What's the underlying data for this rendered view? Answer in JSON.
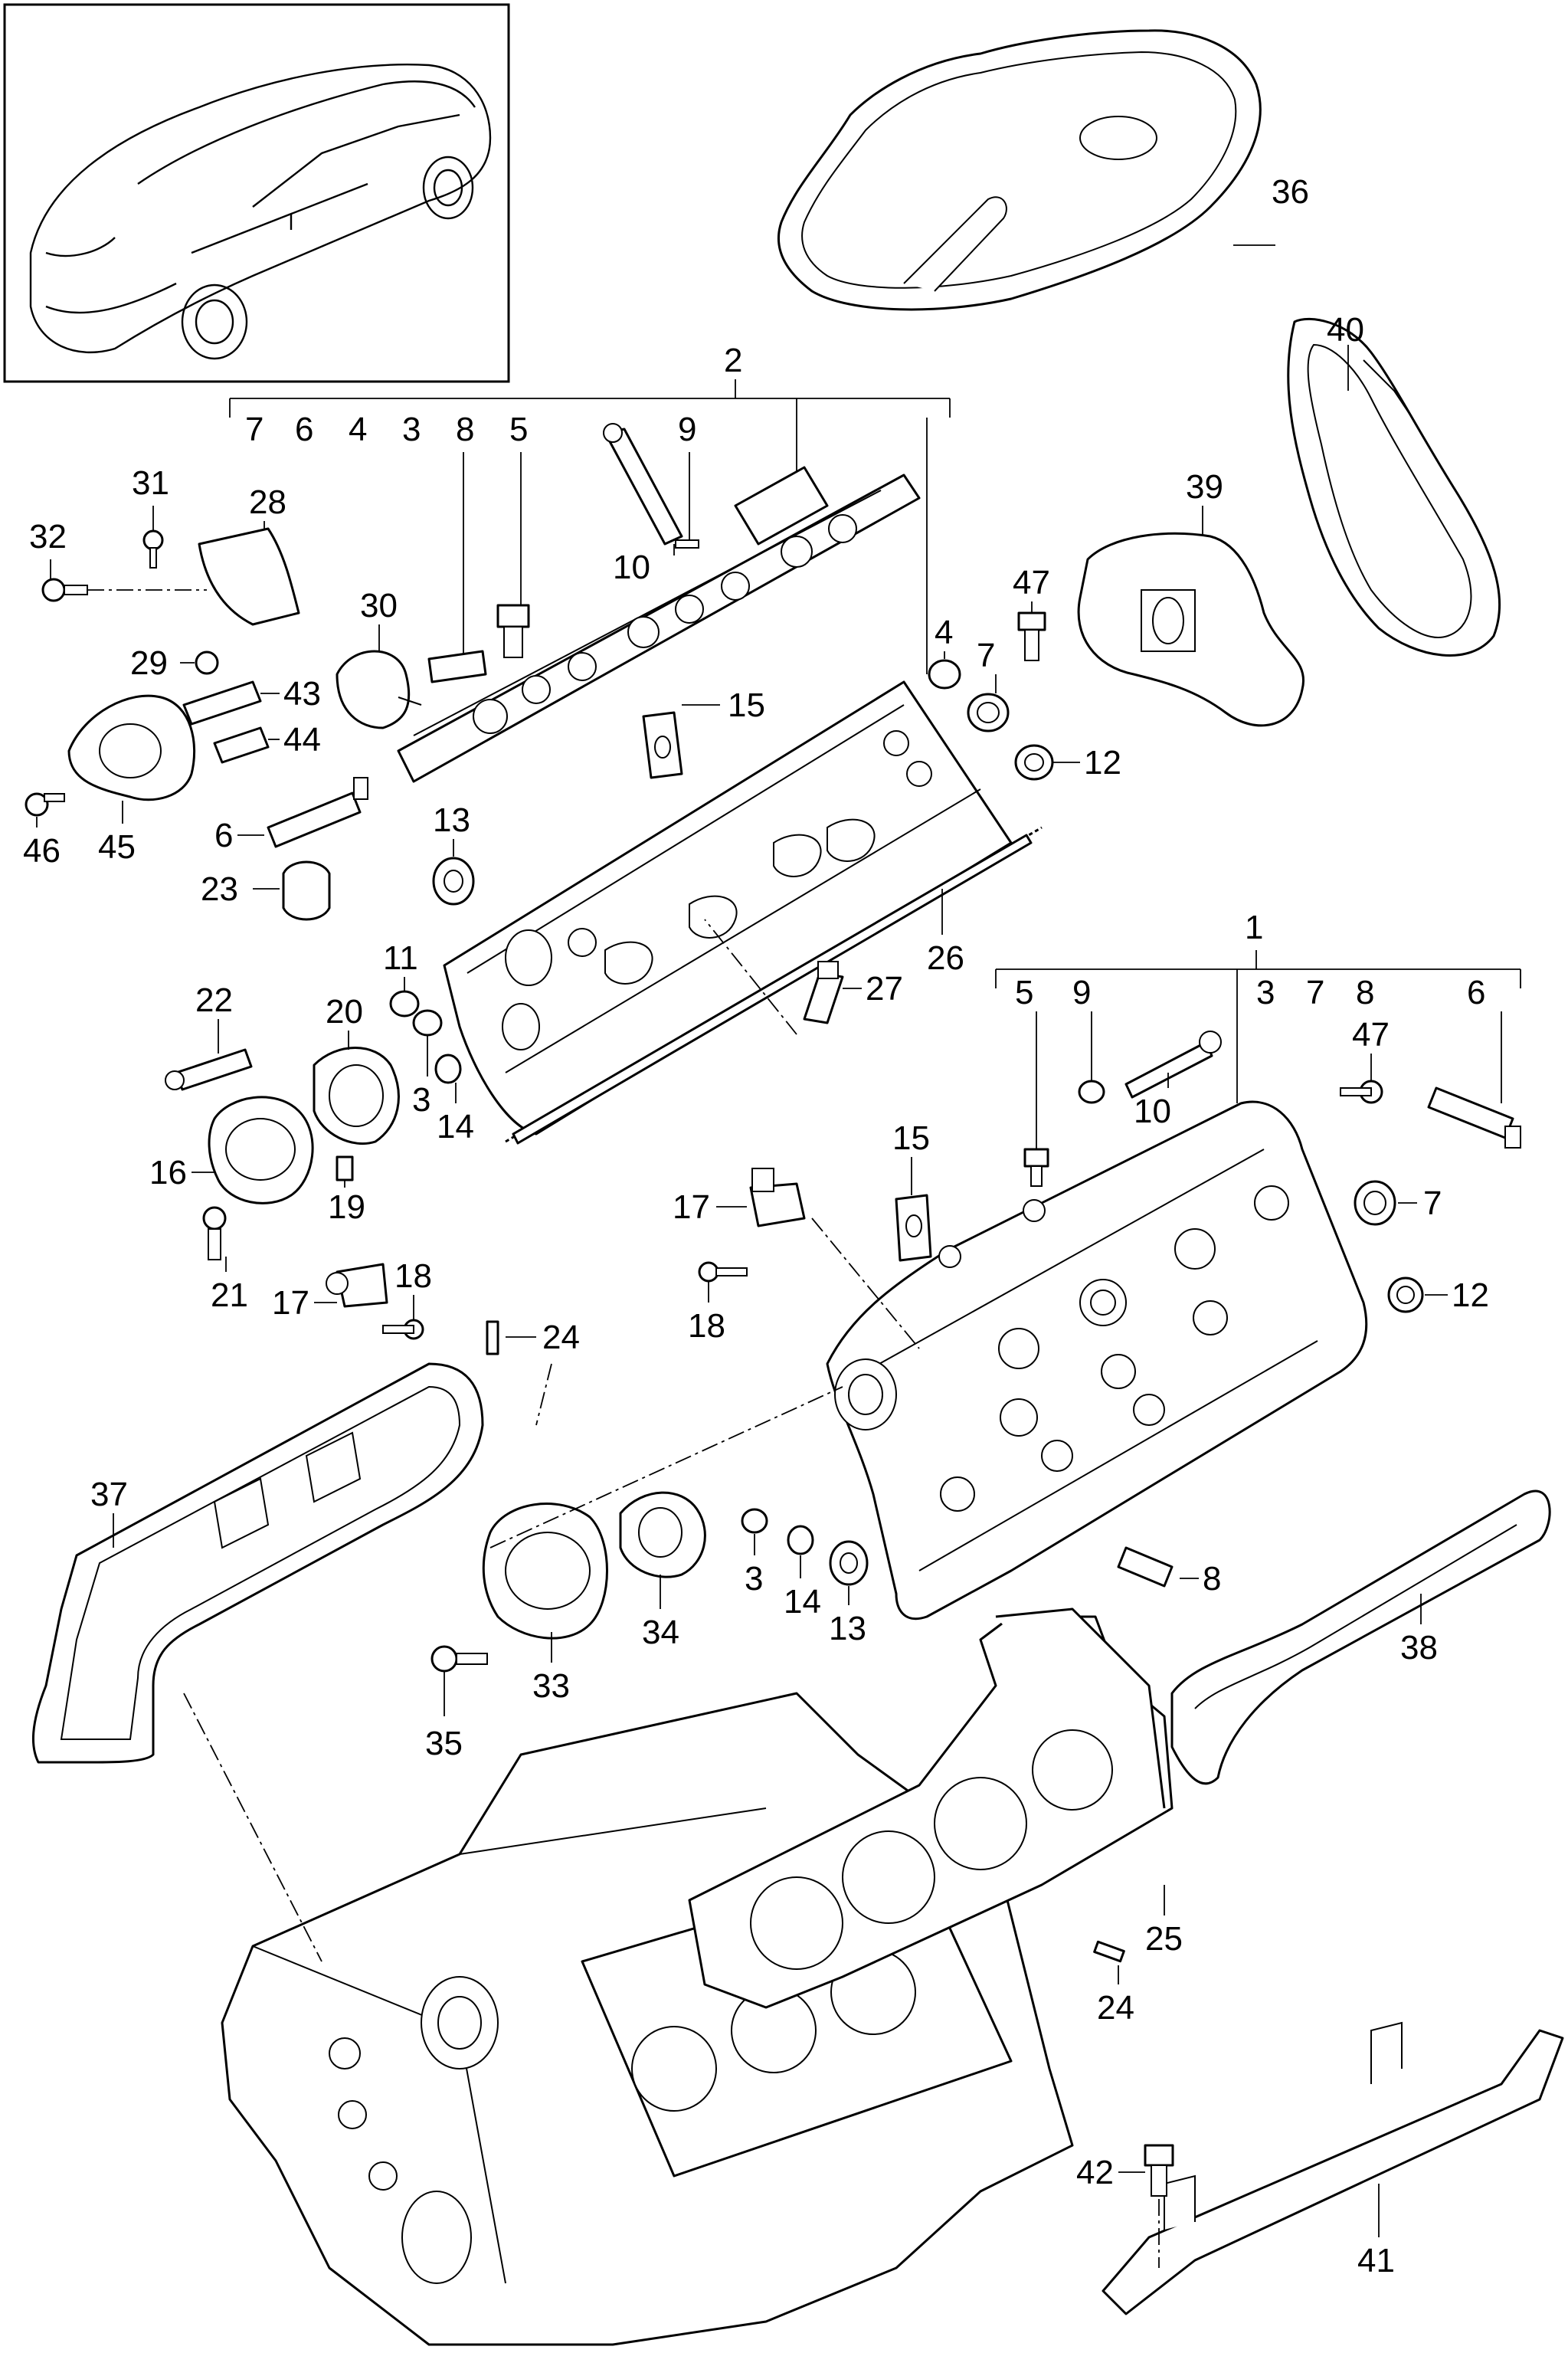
{
  "labels": {
    "p1": "1",
    "p2": "2",
    "g2": [
      "7",
      "6",
      "4",
      "3",
      "8",
      "5",
      "9"
    ],
    "g1": [
      "5",
      "9",
      "3",
      "7",
      "8",
      "6"
    ],
    "p3a": "3",
    "p3b": "3",
    "p4": "4",
    "p6a": "6",
    "p7a": "7",
    "p7b": "7",
    "p8b": "8",
    "p10a": "10",
    "p10b": "10",
    "p11": "11",
    "p12a": "12",
    "p12b": "12",
    "p13a": "13",
    "p13b": "13",
    "p14a": "14",
    "p14b": "14",
    "p15a": "15",
    "p15b": "15",
    "p16": "16",
    "p17a": "17",
    "p17b": "17",
    "p18a": "18",
    "p18b": "18",
    "p19": "19",
    "p20": "20",
    "p21": "21",
    "p22": "22",
    "p23": "23",
    "p24a": "24",
    "p24b": "24",
    "p25": "25",
    "p26": "26",
    "p27": "27",
    "p28": "28",
    "p29": "29",
    "p30": "30",
    "p31": "31",
    "p32": "32",
    "p33": "33",
    "p34": "34",
    "p35": "35",
    "p36": "36",
    "p37": "37",
    "p38": "38",
    "p39": "39",
    "p40": "40",
    "p41": "41",
    "p42": "42",
    "p43": "43",
    "p44": "44",
    "p45": "45",
    "p46": "46",
    "p47a": "47",
    "p47b": "47"
  }
}
